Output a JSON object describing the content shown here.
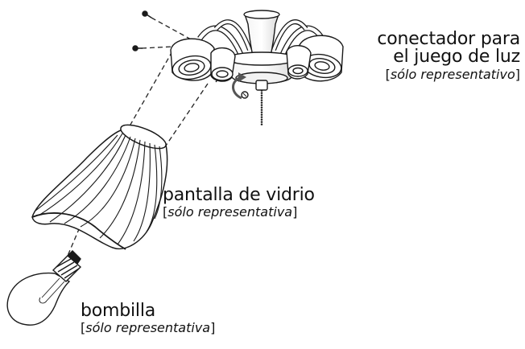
{
  "labels": {
    "fitter": {
      "line1": "conectador para",
      "line2": "el juego de luz",
      "note_open": "[",
      "note": "sólo representativo",
      "note_close": "]"
    },
    "shade": {
      "line1": "pantalla de vidrio",
      "note_open": "[",
      "note": "sólo representativa",
      "note_close": "]"
    },
    "bulb": {
      "line1": "bombilla",
      "note_open": "[",
      "note": "sólo representativa",
      "note_close": "]"
    }
  },
  "colors": {
    "stroke": "#1a1a1a",
    "dash": "#222222",
    "accent_arrow": "#555555",
    "background": "#ffffff"
  },
  "icons": {
    "screw": "screw-icon",
    "arrow": "curved-arrow-icon",
    "pull_chain": "pull-chain-icon"
  }
}
